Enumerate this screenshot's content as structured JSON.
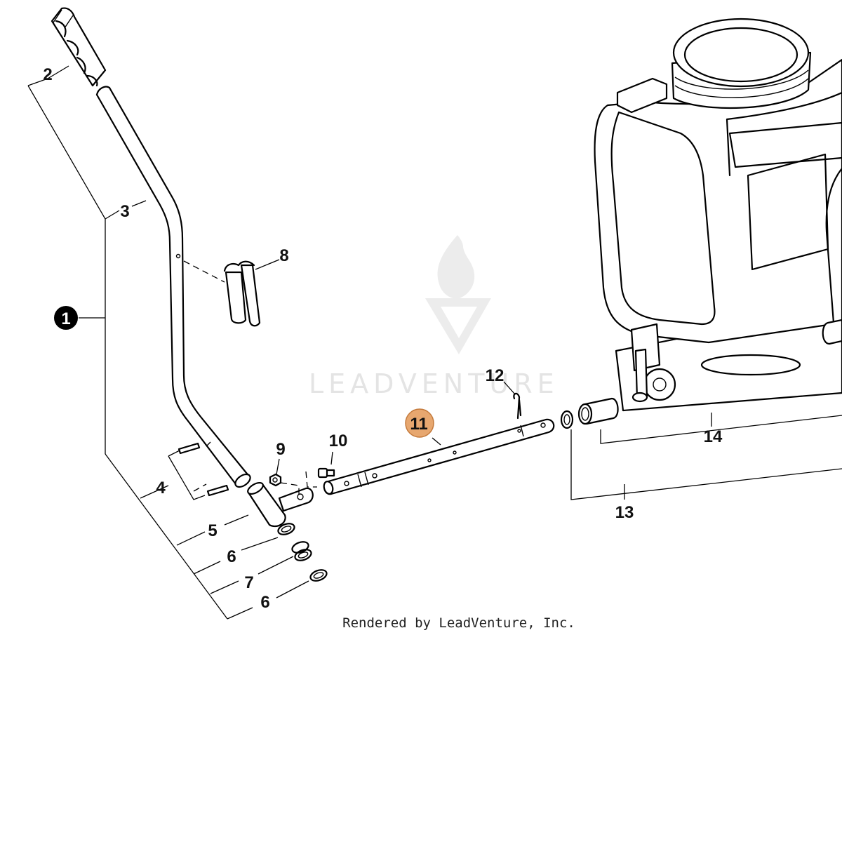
{
  "watermark": {
    "text": "LEADVENTURE"
  },
  "credit": "Rendered by LeadVenture, Inc.",
  "highlight_color": "#e7a76f",
  "callouts": {
    "c1": "1",
    "c2": "2",
    "c3": "3",
    "c4": "4",
    "c5": "5",
    "c6a": "6",
    "c6b": "6",
    "c7": "7",
    "c8": "8",
    "c9": "9",
    "c10": "10",
    "c11": "11",
    "c12": "12",
    "c13": "13",
    "c14": "14"
  }
}
